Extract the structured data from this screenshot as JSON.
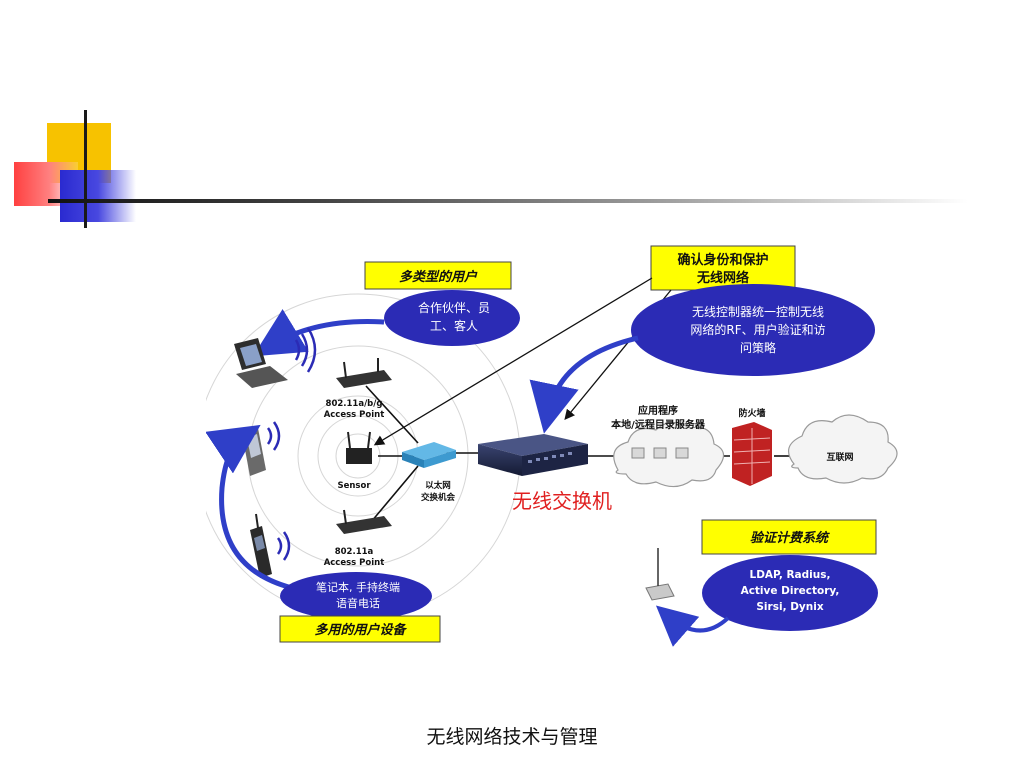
{
  "diagram": {
    "labels": {
      "user_types_title": "多类型的用户",
      "user_types_line1": "合作伙伴、员",
      "user_types_line2": "工、客人",
      "auth_title_line1": "确认身份和保护",
      "auth_title_line2": "无线网络",
      "controller_line1": "无线控制器统一控制无线",
      "controller_line2": "网络的RF、用户验证和访",
      "controller_line3": "问策略",
      "ap_bg_line1": "802.11a/b/g",
      "ap_bg_line2": "Access Point",
      "sensor": "Sensor",
      "ethernet_line1": "以太网",
      "ethernet_line2": "交换机会",
      "app_line1": "应用程序",
      "app_line2": "本地/远程目录服务器",
      "firewall": "防火墙",
      "internet": "互联网",
      "wireless_switch": "无线交换机",
      "ap_a_line1": "802.11a",
      "ap_a_line2": "Access Point",
      "devices_line1": "笔记本, 手持终端",
      "devices_line2": "语音电话",
      "devices_title": "多用的用户设备",
      "billing_title": "验证计费系统",
      "billing_line1": "LDAP, Radius,",
      "billing_line2": "Active Directory,",
      "billing_line3": "Sirsi, Dynix"
    },
    "icons": [
      "laptop-icon",
      "pda-icon",
      "phone-icon",
      "access-point-icon",
      "sensor-icon",
      "switch-icon",
      "server-icon",
      "firewall-icon",
      "cloud-icon",
      "wifi-signal-icon"
    ],
    "colors": {
      "yellow_box": "#ffff00",
      "blue_ellipse": "#2b2bb5",
      "arrow_blue": "#2f3fc8",
      "accent_red": "#e02020"
    }
  },
  "footer": {
    "text": "无线网络技术与管理"
  }
}
